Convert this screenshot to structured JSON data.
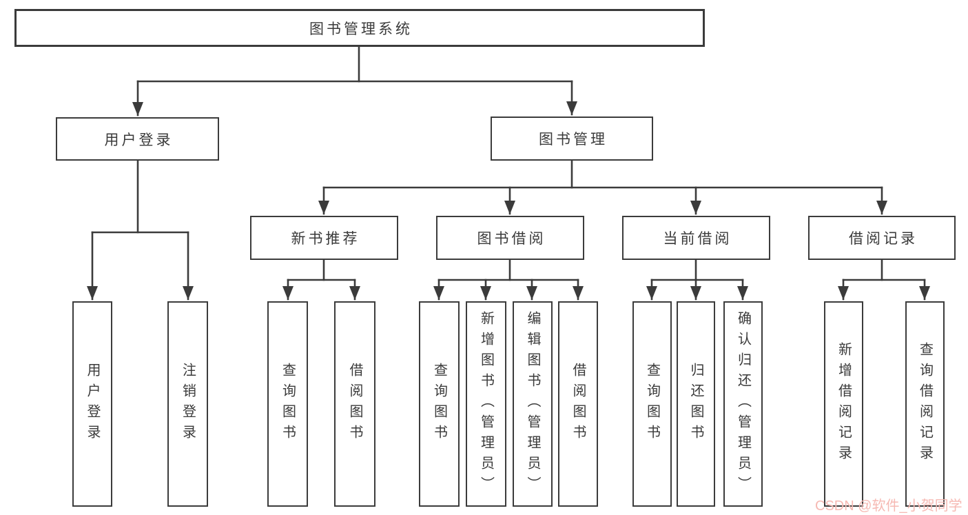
{
  "diagram_type": "hierarchy-tree",
  "colors": {
    "line": "#3b3b3b",
    "text": "#3a3a3a",
    "box_background": "#ffffff",
    "watermark": "#f6b9b3"
  },
  "tree": {
    "label": "图书管理系统",
    "children": [
      {
        "label": "用户登录",
        "children": [
          {
            "label": "用户登录"
          },
          {
            "label": "注销登录"
          }
        ]
      },
      {
        "label": "图书管理",
        "children": [
          {
            "label": "新书推荐",
            "children": [
              {
                "label": "查询图书"
              },
              {
                "label": "借阅图书"
              }
            ]
          },
          {
            "label": "图书借阅",
            "children": [
              {
                "label": "查询图书"
              },
              {
                "label": "新增图书（管理员）"
              },
              {
                "label": "编辑图书（管理员）"
              },
              {
                "label": "借阅图书"
              }
            ]
          },
          {
            "label": "当前借阅",
            "children": [
              {
                "label": "查询图书"
              },
              {
                "label": "归还图书"
              },
              {
                "label": "确认归还（管理员）"
              }
            ]
          },
          {
            "label": "借阅记录",
            "children": [
              {
                "label": "新增借阅记录"
              },
              {
                "label": "查询借阅记录"
              }
            ]
          }
        ]
      }
    ]
  },
  "watermark": {
    "text": "CSDN @软件_小贺同学"
  }
}
